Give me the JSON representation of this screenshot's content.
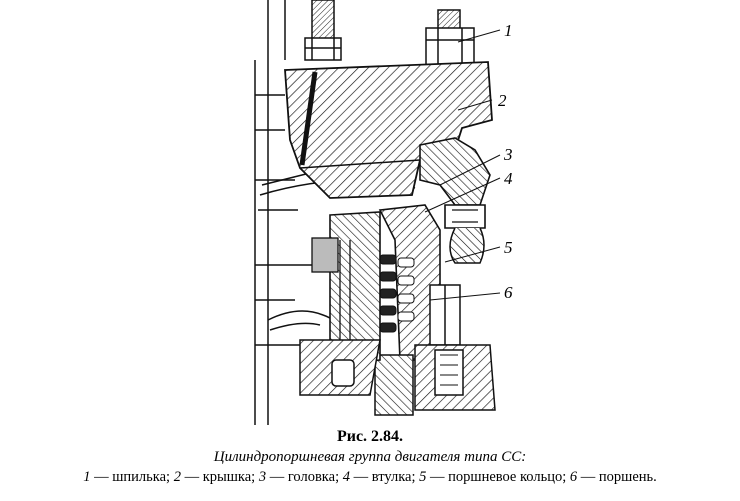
{
  "figure": {
    "callouts": [
      "1",
      "2",
      "3",
      "4",
      "5",
      "6"
    ]
  },
  "caption": {
    "number": "Рис. 2.84.",
    "title": "Цилиндропоршневая группа двигателя типа СС:",
    "legend": [
      {
        "num": "1",
        "text": " — шпилька; "
      },
      {
        "num": "2",
        "text": " — крышка; "
      },
      {
        "num": "3",
        "text": " — головка; "
      },
      {
        "num": "4",
        "text": " — втулка; "
      },
      {
        "num": "5",
        "text": " — поршневое кольцо; "
      },
      {
        "num": "6",
        "text": " — поршень."
      }
    ]
  }
}
